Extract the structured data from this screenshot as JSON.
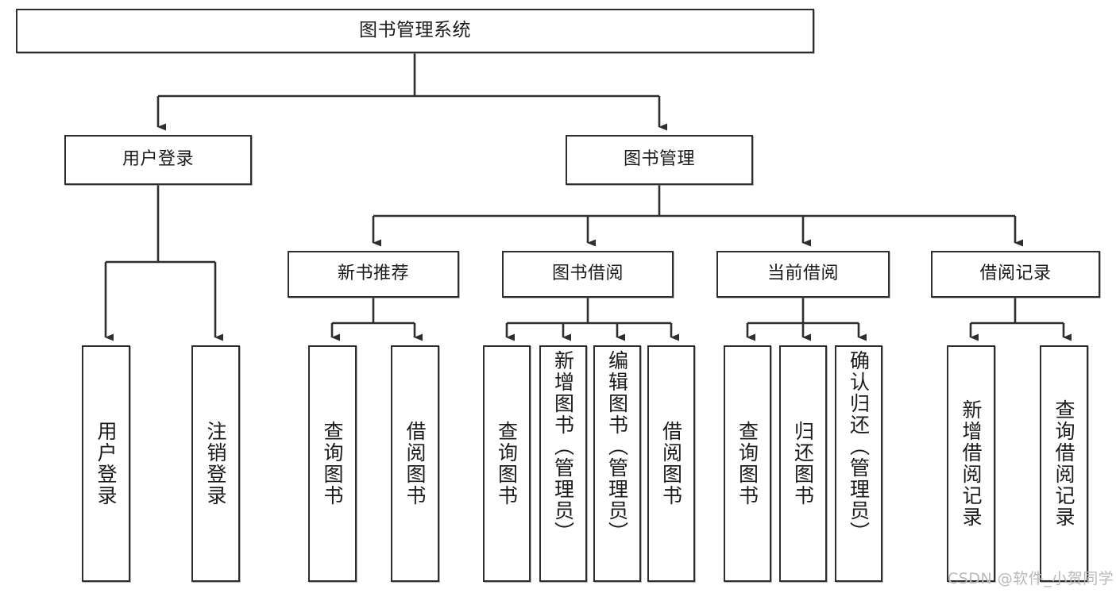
{
  "diagram": {
    "title": "图书管理系统",
    "type": "hierarchy-tree",
    "watermark": "CSDN @软件_小贺同学",
    "colors": {
      "box_border": "#2e2e2e",
      "box_fill": "#ffffff",
      "connector": "#2e2e2e",
      "text": "#1b1b1b",
      "watermark": "#b9b9b9",
      "background": "#ffffff"
    },
    "nodes": {
      "root": {
        "label": "图书管理系统"
      },
      "level2": [
        {
          "id": "user-login",
          "label": "用户登录"
        },
        {
          "id": "book-manage",
          "label": "图书管理"
        }
      ],
      "level3": [
        {
          "id": "new-book-recommend",
          "label": "新书推荐"
        },
        {
          "id": "book-borrow",
          "label": "图书借阅"
        },
        {
          "id": "current-borrow",
          "label": "当前借阅"
        },
        {
          "id": "borrow-record",
          "label": "借阅记录"
        }
      ],
      "leaves": {
        "user-login": [
          {
            "id": "leaf-user-login",
            "label": "用户登录"
          },
          {
            "id": "leaf-logout-login",
            "label": "注销登录"
          }
        ],
        "new-book-recommend": [
          {
            "id": "leaf-query-book-1",
            "label": "查询图书"
          },
          {
            "id": "leaf-borrow-book-1",
            "label": "借阅图书"
          }
        ],
        "book-borrow": [
          {
            "id": "leaf-query-book-2",
            "label": "查询图书"
          },
          {
            "id": "leaf-add-book",
            "label": "新增图书（管理员）"
          },
          {
            "id": "leaf-edit-book",
            "label": "编辑图书（管理员）"
          },
          {
            "id": "leaf-borrow-book-2",
            "label": "借阅图书"
          }
        ],
        "current-borrow": [
          {
            "id": "leaf-query-book-3",
            "label": "查询图书"
          },
          {
            "id": "leaf-return-book",
            "label": "归还图书"
          },
          {
            "id": "leaf-confirm-return",
            "label": "确认归还（管理员）"
          }
        ],
        "borrow-record": [
          {
            "id": "leaf-add-record",
            "label": "新增借阅记录"
          },
          {
            "id": "leaf-query-record",
            "label": "查询借阅记录"
          }
        ]
      }
    }
  }
}
